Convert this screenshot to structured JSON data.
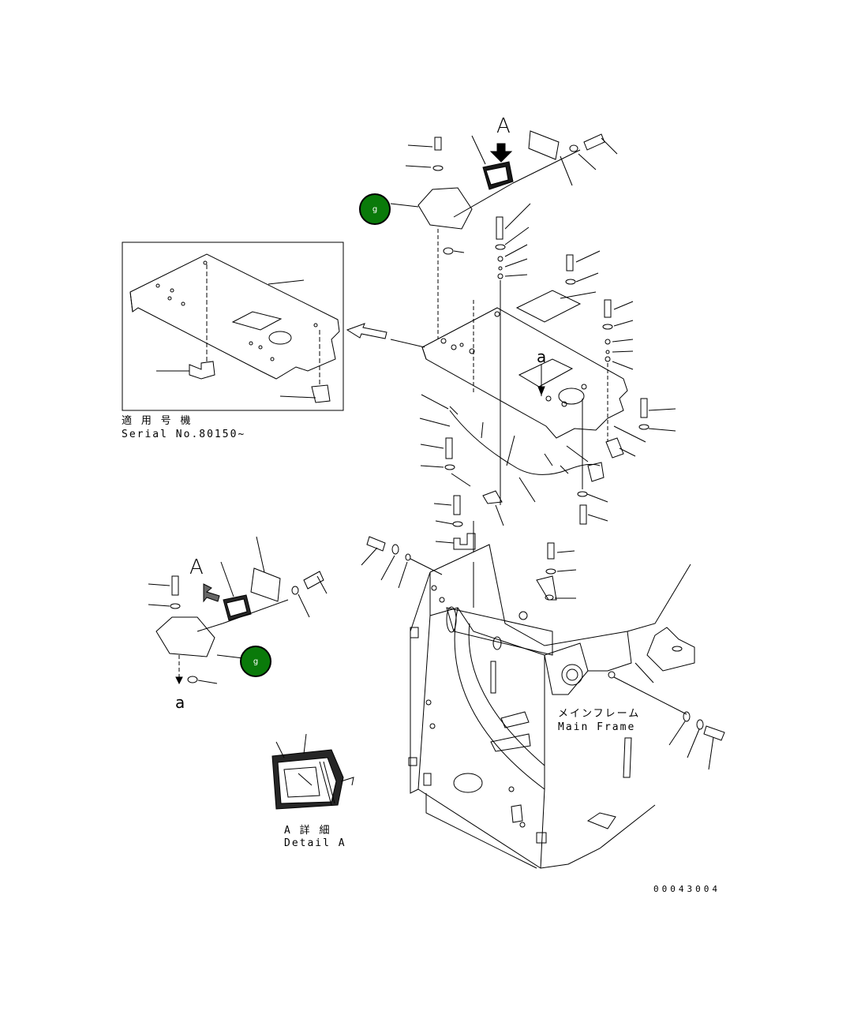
{
  "diagram": {
    "callout_color": "#0a7a0a",
    "callouts": [
      {
        "id": "top",
        "label": "g"
      },
      {
        "id": "bottom",
        "label": "g"
      }
    ],
    "view_marker_A": "A",
    "view_marker_A_lower": "A",
    "ref_a_upper": "a",
    "ref_a_lower": "a",
    "applicable_jp": "適 用 号 機",
    "applicable_en": "Serial No.80150~",
    "main_frame_jp": "メインフレーム",
    "main_frame_en": "Main Frame",
    "detail_jp": "A 詳 細",
    "detail_en": "Detail A",
    "drawing_number": "00043004"
  }
}
